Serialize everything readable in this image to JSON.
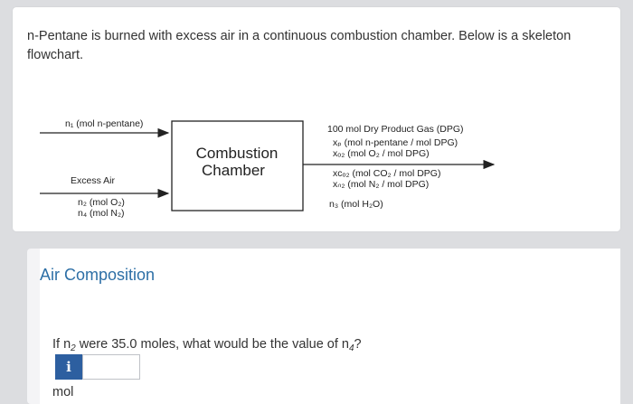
{
  "problem": {
    "intro": "n-Pentane is burned with excess air in a continuous combustion chamber. Below is a skeleton flowchart."
  },
  "flowchart": {
    "feed_label": "n₁ (mol n-pentane)",
    "air_label": "Excess Air",
    "air_o2": "n₂ (mol O₂)",
    "air_n2": "n₄ (mol N₂)",
    "unit_line1": "Combustion",
    "unit_line2": "Chamber",
    "product_title": "100 mol Dry Product Gas (DPG)",
    "product_xp": "xₚ  (mol n-pentane / mol DPG)",
    "product_xo2": "xₒ₂ (mol O₂ / mol DPG)",
    "product_xco2": "xᴄₒ₂ (mol CO₂ / mol DPG)",
    "product_xn2": "xₙ₂ (mol N₂ / mol DPG)",
    "product_water": "n₃ (mol H₂O)"
  },
  "section": {
    "title": "Air Composition"
  },
  "question": {
    "prefix": "If n",
    "sub1": "2",
    "middle": " were 35.0 moles, what would be the value of n",
    "sub2": "4",
    "suffix": "?",
    "info_icon": "i",
    "answer_value": "",
    "unit": "mol"
  }
}
